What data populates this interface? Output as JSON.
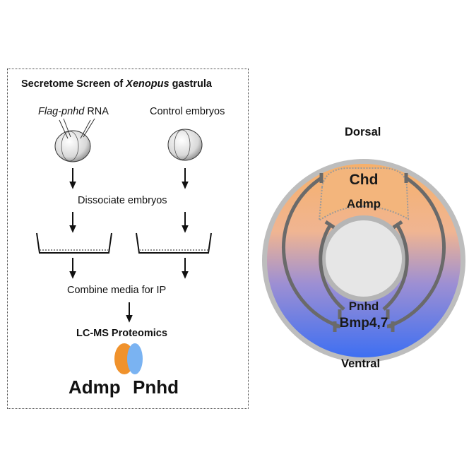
{
  "screen": {
    "title_prefix": "Secretome Screen of",
    "title_species": "Xenopus",
    "title_suffix": "gastrula",
    "label_left_italic": "Flag-pnhd",
    "label_left_rest": "RNA",
    "label_right": "Control embryos",
    "step_dissociate": "Dissociate embryos",
    "step_combine": "Combine media for IP",
    "step_proteomics": "LC-MS Proteomics",
    "result_left": "Admp",
    "result_right": "Pnhd"
  },
  "model": {
    "top_label": "Dorsal",
    "bottom_label": "Ventral",
    "dorsal_gene_1": "Chd",
    "dorsal_gene_2": "Admp",
    "ventral_gene_1": "Pnhd",
    "ventral_gene_2": "Bmp4,7"
  },
  "colors": {
    "dorsal": "#f6b06a",
    "ventral": "#3e6ff2",
    "admp_shape": "#f0922c",
    "pnhd_shape": "#7ab3f2",
    "ring": "#b9b9b9",
    "arrows": "#6a6a6a"
  }
}
